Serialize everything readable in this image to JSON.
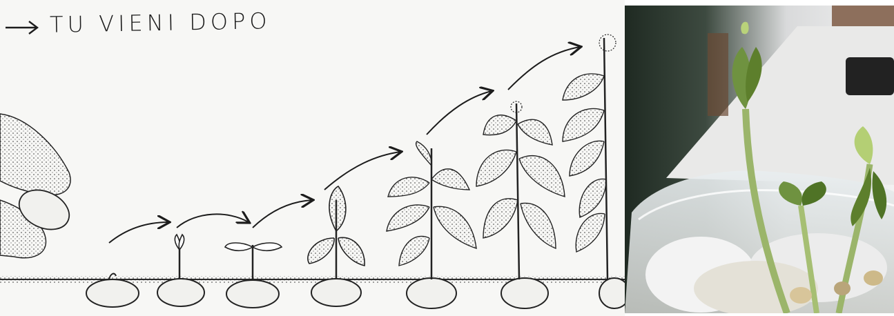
{
  "illustration": {
    "caption": "TU VIENI DOPO",
    "stages": [
      "seed",
      "sprout",
      "seedling",
      "young-plant",
      "leafy-plant",
      "flowering-plant",
      "mature-plant"
    ]
  },
  "photo": {
    "subject": "bean-seedlings-in-cup"
  },
  "colors": {
    "ink": "#1c1c1c",
    "paper": "#f7f7f5",
    "stem": "#9bb56a",
    "leaf": "#5d7f2c",
    "cotton": "#eeeeee"
  }
}
